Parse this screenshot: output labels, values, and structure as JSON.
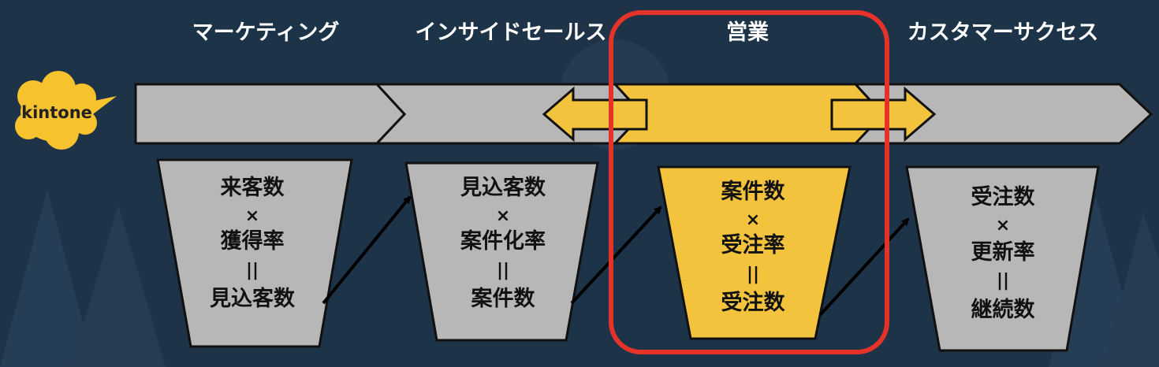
{
  "logo": {
    "text": "kintone"
  },
  "stages": [
    {
      "label": "マーケティング",
      "highlight": false
    },
    {
      "label": "インサイドセールス",
      "highlight": false
    },
    {
      "label": "営業",
      "highlight": true
    },
    {
      "label": "カスタマーサクセス",
      "highlight": false
    }
  ],
  "funnels": [
    {
      "lines": [
        "来客数",
        "×",
        "獲得率",
        "||",
        "見込客数"
      ],
      "highlight": false
    },
    {
      "lines": [
        "見込客数",
        "×",
        "案件化率",
        "||",
        "案件数"
      ],
      "highlight": false
    },
    {
      "lines": [
        "案件数",
        "×",
        "受注率",
        "||",
        "受注数"
      ],
      "highlight": true
    },
    {
      "lines": [
        "受注数",
        "×",
        "更新率",
        "||",
        "継続数"
      ],
      "highlight": false
    }
  ],
  "colors": {
    "background": "#1e3348",
    "gray": "#b7b7b7",
    "highlight": "#f4c33e",
    "focus_border": "#e5332a",
    "logo": "#f6c22d"
  }
}
